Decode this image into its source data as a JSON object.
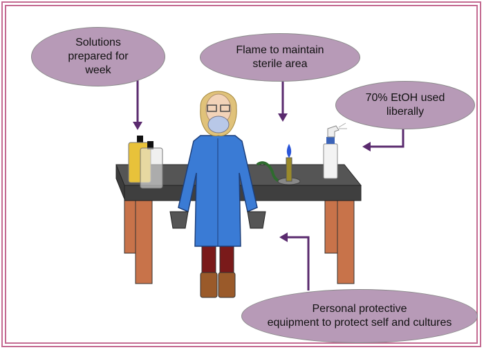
{
  "callouts": {
    "solutions": "Solutions\nprepared for\nweek",
    "flame": "Flame to maintain\nsterile area",
    "etoh": "70% EtOH used\nliberally",
    "ppe": "Personal protective\nequipment to protect self and cultures"
  },
  "colors": {
    "border": "#c46b92",
    "callout_fill": "#b79ab7",
    "arrow": "#5a2a6e",
    "bench_top": "#4d4d4d",
    "bench_legs": "#c8734a",
    "lab_coat": "#3a7bd5"
  }
}
